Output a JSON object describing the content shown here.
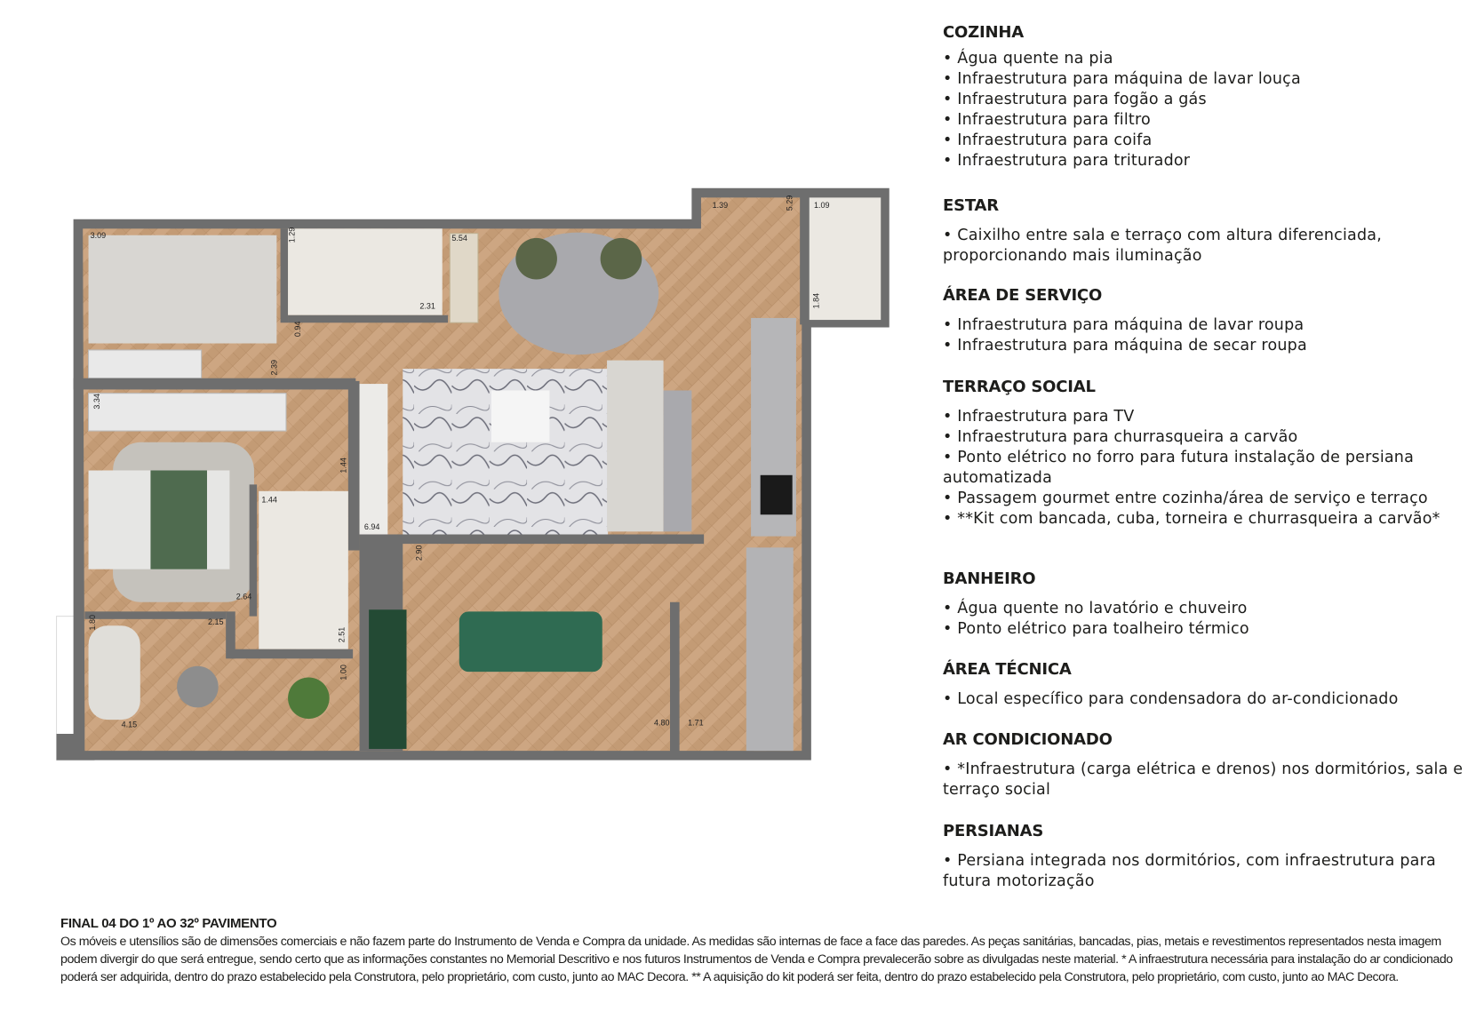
{
  "specs": [
    {
      "title": "COZINHA",
      "items": [
        "• Água quente na pia",
        "• Infraestrutura para máquina de lavar louça",
        "• Infraestrutura para fogão a gás",
        "• Infraestrutura para filtro",
        "• Infraestrutura para coifa",
        "• Infraestrutura para triturador"
      ]
    },
    {
      "title": "ESTAR",
      "items": [
        "• Caixilho entre sala e terraço com altura diferenciada, proporcionando mais iluminação"
      ]
    },
    {
      "title": "ÁREA DE SERVIÇO",
      "items": [
        "• Infraestrutura para máquina de lavar roupa",
        "• Infraestrutura para máquina de secar roupa"
      ]
    },
    {
      "title": "TERRAÇO SOCIAL",
      "items": [
        "• Infraestrutura para TV",
        "• Infraestrutura para churrasqueira a carvão",
        "• Ponto elétrico no forro para futura instalação de persiana automatizada",
        "• Passagem gourmet entre cozinha/área de serviço e terraço",
        "• **Kit com bancada, cuba, torneira e churrasqueira a carvão*"
      ]
    },
    {
      "title": "BANHEIRO",
      "items": [
        "• Água quente no lavatório e chuveiro",
        "• Ponto elétrico para toalheiro térmico"
      ]
    },
    {
      "title": "ÁREA TÉCNICA",
      "items": [
        "• Local específico para condensadora do ar-condicionado"
      ]
    },
    {
      "title": "AR CONDICIONADO",
      "items": [
        "• *Infraestrutura (carga elétrica e drenos) nos dormitórios, sala e terraço social"
      ]
    },
    {
      "title": "PERSIANAS",
      "items": [
        "• Persiana integrada nos dormitórios, com infraestrutura para futura motorização"
      ]
    }
  ],
  "footer": {
    "title": "FINAL 04 DO 1º AO 32º PAVIMENTO",
    "text": "Os móveis e utensílios são de dimensões comerciais e não fazem parte do Instrumento de Venda e Compra da unidade. As medidas são internas de face a face das paredes. As peças sanitárias, bancadas, pias, metais e revestimentos representados nesta imagem podem divergir do que será entregue, sendo certo que as informações constantes no Memorial Descritivo e nos futuros Instrumentos de Venda e Compra prevalecerão sobre as divulgadas neste material. * A infraestrutura necessária para instalação do ar condicionado poderá ser adquirida, dentro do prazo estabelecido pela Construtora, pelo proprietário, com custo, junto ao MAC Decora. ** A aquisição do kit poderá ser feita, dentro do prazo estabelecido pela Construtora, pelo proprietário, com custo, junto ao MAC Decora."
  },
  "plan": {
    "dimensions": [
      "3.09",
      "1.29",
      "2.31",
      "5.54",
      "1.39",
      "5.29",
      "1.09",
      "1.84",
      "0.94",
      "2.39",
      "3.34",
      "1.44",
      "1.44",
      "6.94",
      "2.90",
      "2.64",
      "2.15",
      "2.51",
      "1.80",
      "1.00",
      "4.15",
      "4.80",
      "1.71"
    ],
    "colors": {
      "wall": "#6e6e6e",
      "wood": "#c9a27f",
      "tile": "#ebe8e2",
      "green": "#2f6b52"
    }
  }
}
